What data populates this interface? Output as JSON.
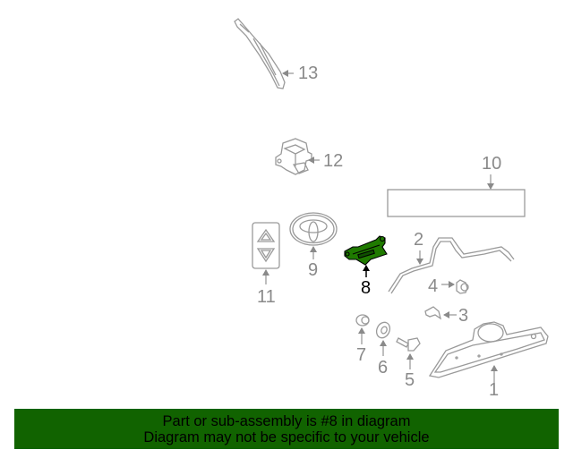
{
  "diagram": {
    "highlighted_part": "8",
    "highlight_color": "#1f7a00",
    "line_color": "#9a9a9a",
    "callouts": [
      {
        "number": "1",
        "part": "license-lamp-housing"
      },
      {
        "number": "2",
        "part": "washer-hose"
      },
      {
        "number": "3",
        "part": "clip"
      },
      {
        "number": "4",
        "part": "clip-fastener"
      },
      {
        "number": "5",
        "part": "bolt"
      },
      {
        "number": "6",
        "part": "washer"
      },
      {
        "number": "7",
        "part": "grommet"
      },
      {
        "number": "8",
        "part": "bracket"
      },
      {
        "number": "9",
        "part": "toyota-emblem"
      },
      {
        "number": "10",
        "part": "label-plate"
      },
      {
        "number": "11",
        "part": "switch"
      },
      {
        "number": "12",
        "part": "camera-module"
      },
      {
        "number": "13",
        "part": "wiper-arm"
      }
    ]
  },
  "banner": {
    "line1": "Part or sub-assembly is #8 in diagram",
    "line2": "Diagram may not be specific to your vehicle",
    "background": "#116300"
  }
}
